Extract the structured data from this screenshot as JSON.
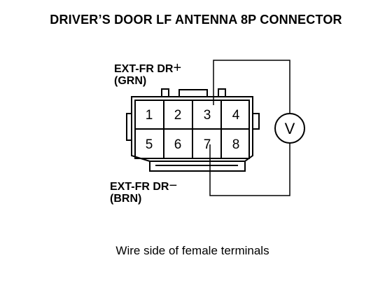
{
  "title": "DRIVER’S DOOR LF ANTENNA 8P CONNECTOR",
  "positive_lead": {
    "name": "EXT-FR DR",
    "sign": "+",
    "color": "(GRN)"
  },
  "negative_lead": {
    "name": "EXT-FR DR",
    "sign": "−",
    "color": "(BRN)"
  },
  "connector": {
    "pins_top": [
      "1",
      "2",
      "3",
      "4"
    ],
    "pins_bottom": [
      "5",
      "6",
      "7",
      "8"
    ]
  },
  "meter_symbol": "V",
  "caption": "Wire side of female terminals"
}
